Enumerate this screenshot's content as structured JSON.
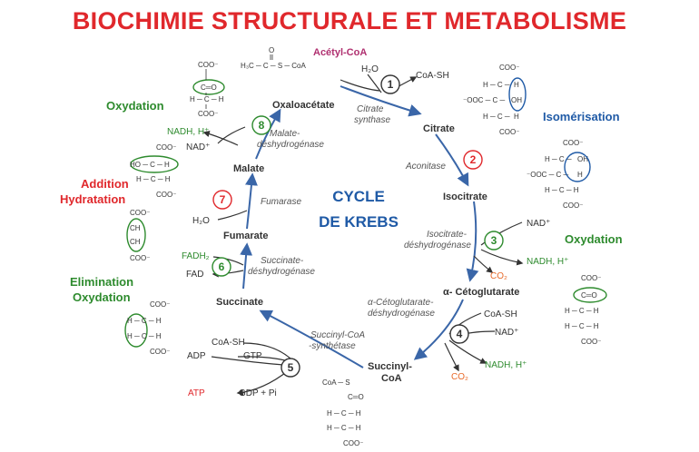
{
  "title": "BIOCHIMIE STRUCTURALE ET METABOLISME",
  "center": {
    "line1": "CYCLE",
    "line2": "DE KREBS"
  },
  "metabolites": {
    "acetyl_coa": "Acétyl-CoA",
    "oxaloacetate": "Oxaloacétate",
    "citrate": "Citrate",
    "isocitrate": "Isocitrate",
    "ketoglutarate": "α- Cétoglutarate",
    "succinyl_coa_1": "Succinyl-",
    "succinyl_coa_2": "CoA",
    "succinate": "Succinate",
    "fumarate": "Fumarate",
    "malate": "Malate"
  },
  "enzymes": {
    "citrate_synthase_1": "Citrate",
    "citrate_synthase_2": "synthase",
    "aconitase": "Aconitase",
    "idh_1": "Isocitrate-",
    "idh_2": "déshydrogénase",
    "akgdh_1": "α-Cétoglutarate-",
    "akgdh_2": "déshydrogénase",
    "scs_1": "Succinyl-CoA",
    "scs_2": "-synthétase",
    "sdh_1": "Succinate-",
    "sdh_2": "déshydrogénase",
    "fumarase": "Fumarase",
    "mdh_1": "Malate-",
    "mdh_2": "déshydrogénase"
  },
  "steps": [
    "1",
    "2",
    "3",
    "4",
    "5",
    "6",
    "7",
    "8"
  ],
  "cofactors": {
    "h2o_1": "H₂O",
    "coash_1": "CoA-SH",
    "nad_3": "NAD⁺",
    "nadh_3": "NADH, H⁺",
    "co2_3": "CO₂",
    "coash_4": "CoA-SH",
    "nad_4": "NAD⁺",
    "nadh_4": "NADH, H⁺",
    "co2_4": "CO₂",
    "coash_5": "CoA-SH",
    "gtp_5": "GTP",
    "adp_5": "ADP",
    "atp_5": "ATP",
    "gdp_5": "GDP + Pi",
    "fadh2_6": "FADH₂",
    "fad_6": "FAD",
    "h2o_7": "H₂O",
    "nadh_8": "NADH, H⁺",
    "nad_8": "NAD⁺"
  },
  "annotations": {
    "oxydation_top": "Oxydation",
    "isomerisation": "Isomérisation",
    "oxydation_right": "Oxydation",
    "addition": "Addition",
    "hydratation": "Hydratation",
    "elimination": "Elimination",
    "oxydation_left": "Oxydation"
  },
  "chem": {
    "coo_minus": "COO⁻",
    "ooc_minus": "⁻OOC",
    "c_double_o": "C═O",
    "h_c_h": "H ─ C ─ H",
    "h_c": "H ─ C ─",
    "oh": "OH",
    "h": "H",
    "ho_c_h": "HO ─ C ─ H",
    "h_c_h_bond": "H ─ C ─ H",
    "ch": "CH",
    "acetyl_formula": "H₃C ─ C ─ S ─ CoA",
    "o": "O",
    "coa_s": "CoA ─ S",
    "ooc_c": "⁻OOC ─ C ─"
  },
  "colors": {
    "title": "#e0282c",
    "center": "#1f5aa6",
    "green": "#2e8b2e",
    "red": "#e0282c",
    "blue": "#1f5aa6",
    "arrow": "#3a66a8"
  }
}
